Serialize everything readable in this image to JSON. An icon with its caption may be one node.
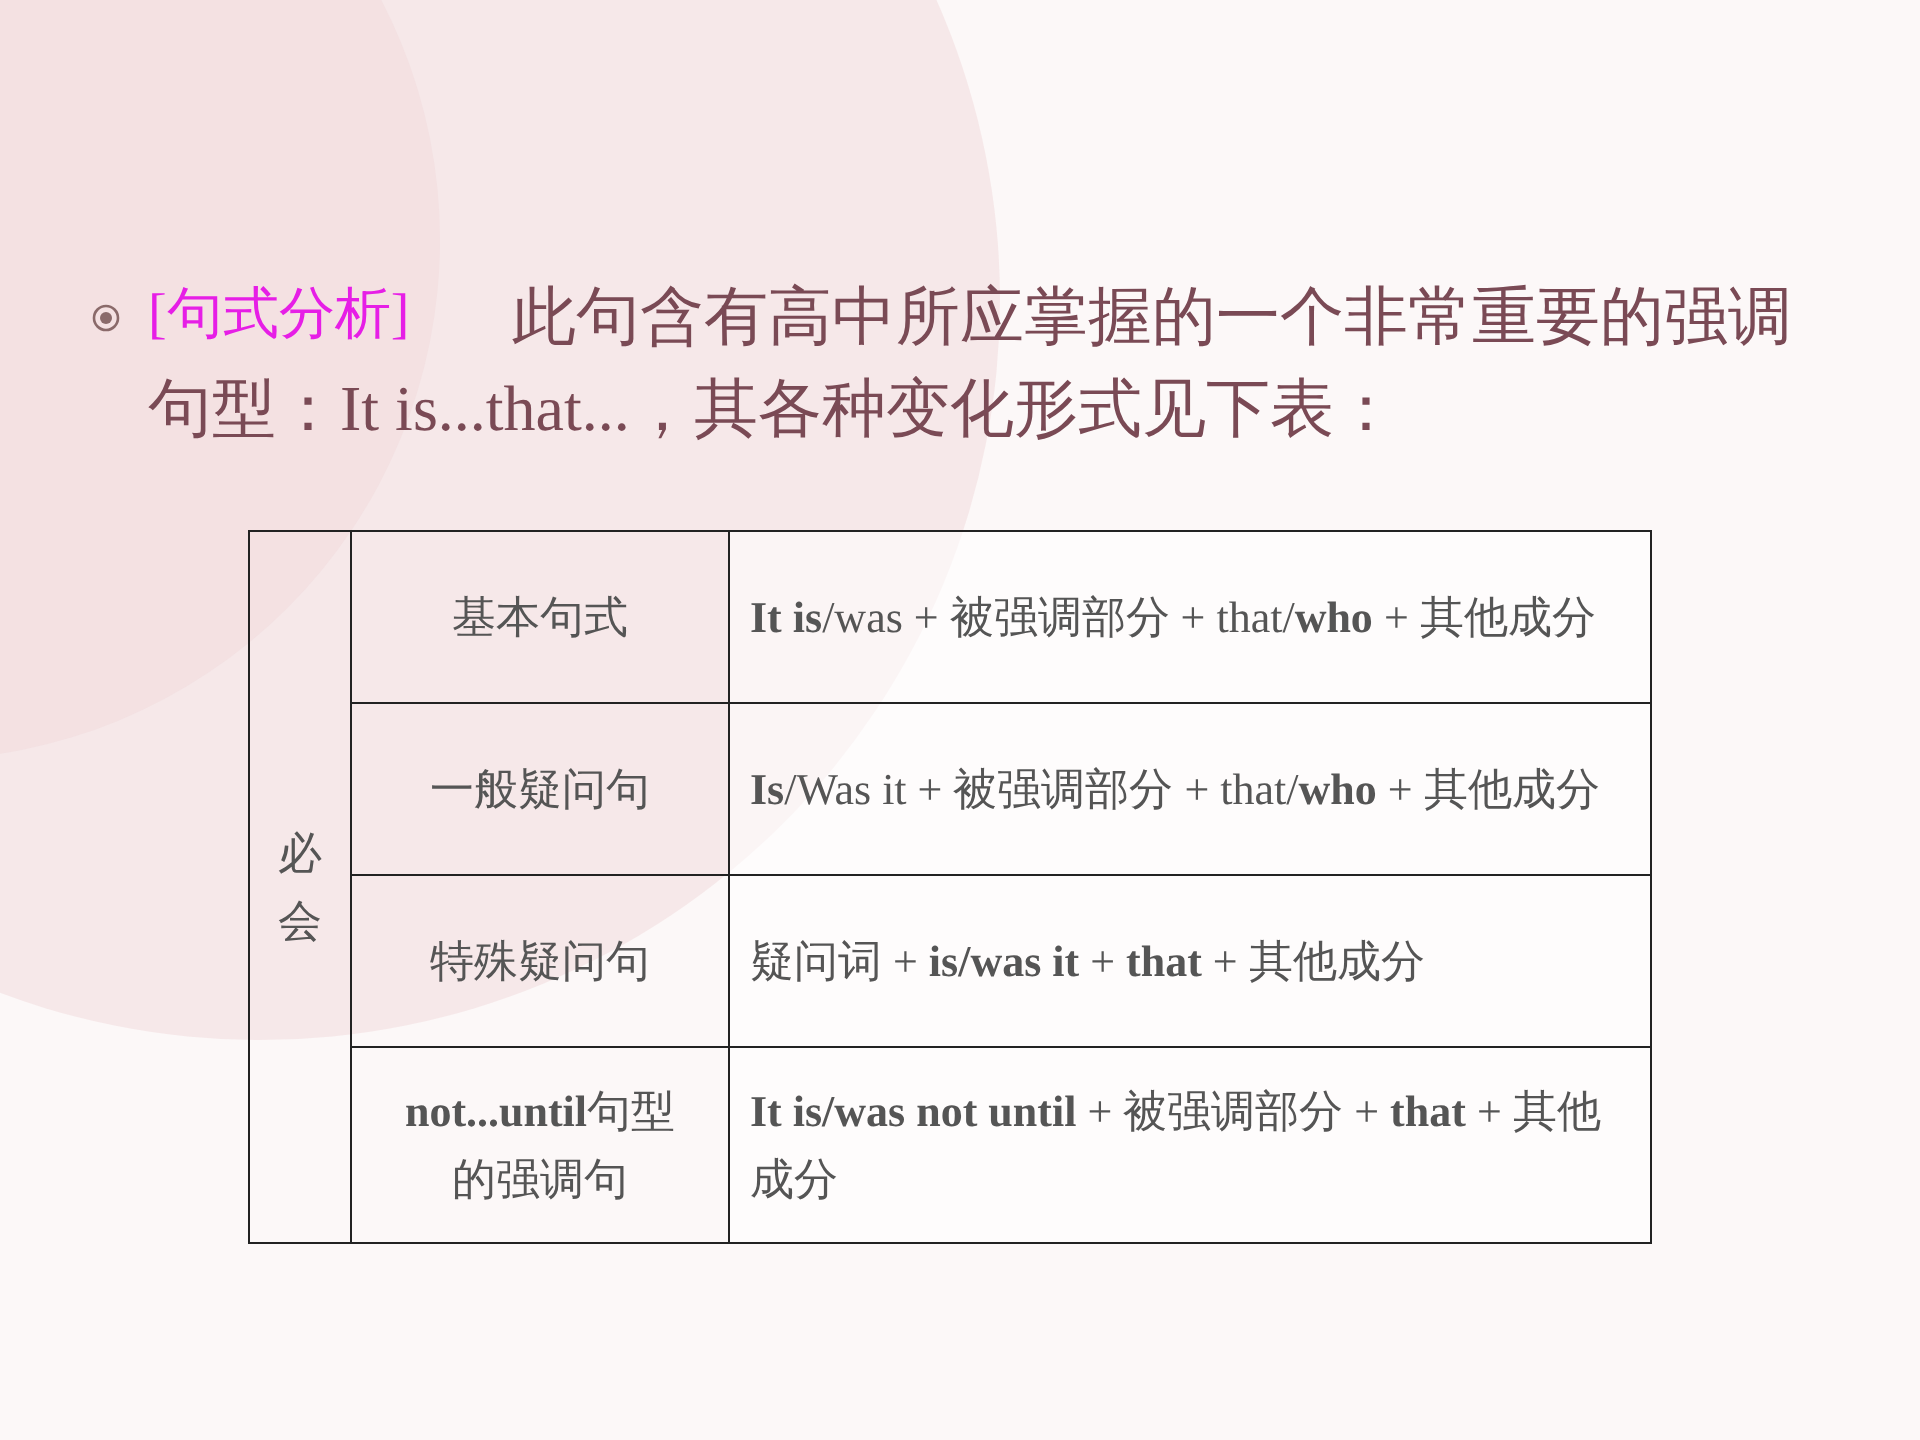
{
  "diagram": {
    "labels": [
      "[句式分析]",
      "此句含有高中所应掌握的一个非常重要的强调句型：It is...that...，其各种变化形式见下表：",
      "必会",
      "基本句式",
      "**It is**/was + 被强调部分 + that/**who** + 其他成分",
      "一般疑问句",
      "**Is**/Was it + 被强调部分 + that/**who** + 其他成分",
      "特殊疑问句",
      "疑问词 + **is/was it** + **that** + 其他成分",
      "**not...until**句型的强调句",
      "**It is/was not until** + 被强调部分 + **that** + 其他成分"
    ]
  }
}
